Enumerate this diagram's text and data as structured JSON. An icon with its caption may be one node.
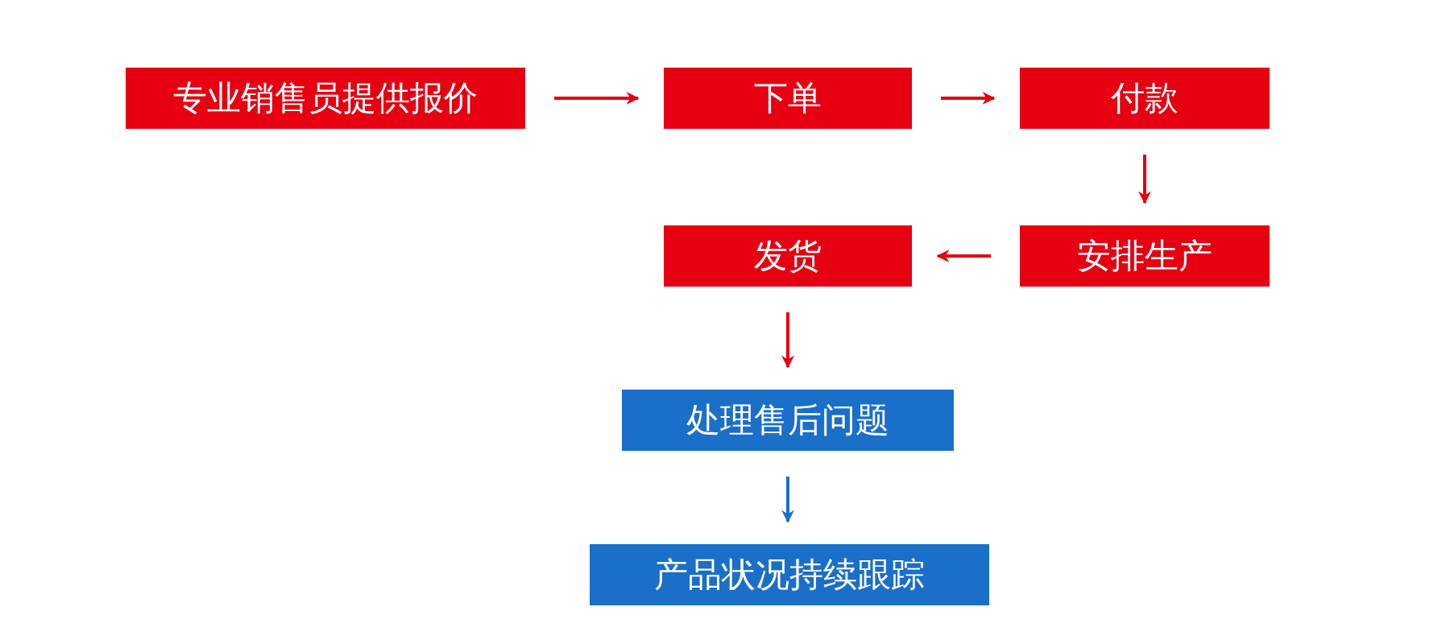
{
  "diagram": {
    "nodes": [
      {
        "text": [
          "专业销售员提供报价"
        ]
      },
      {
        "text": [
          "下单"
        ]
      },
      {
        "text": [
          "付款"
        ]
      },
      {
        "text": [
          "安排生产"
        ]
      },
      {
        "text": [
          "发货"
        ]
      },
      {
        "text": [
          "处理售后问题"
        ]
      },
      {
        "text": [
          "产品状况持续跟踪"
        ]
      }
    ],
    "edges": [
      {
        "from": 0,
        "to": 1,
        "arrow": "to"
      },
      {
        "from": 1,
        "to": 2,
        "arrow": "to"
      },
      {
        "from": 2,
        "to": 3,
        "arrow": "to"
      },
      {
        "from": 3,
        "to": 4,
        "arrow": "to"
      },
      {
        "from": 4,
        "to": 5,
        "arrow": "to"
      },
      {
        "from": 5,
        "to": 6,
        "arrow": "to",
        "color": "#1a6fc8"
      }
    ]
  }
}
